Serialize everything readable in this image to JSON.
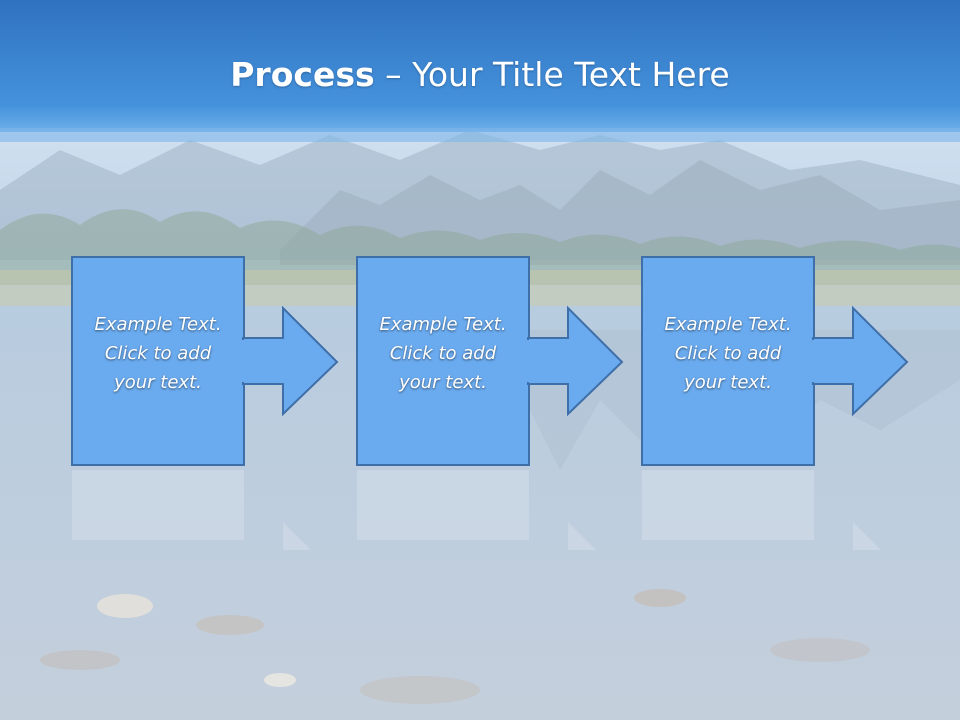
{
  "slide": {
    "title_bold": "Process",
    "title_rest": " – Your Title Text Here",
    "steps": [
      {
        "text": "Example Text.\nClick  to add\nyour text."
      },
      {
        "text": "Example Text.\nClick  to add\nyour text."
      },
      {
        "text": "Example Text.\nClick  to add\nyour text."
      }
    ]
  },
  "colors": {
    "header_blue": "#3a86d6",
    "box_fill": "#6aaaee",
    "box_border": "#3f6fa8"
  }
}
